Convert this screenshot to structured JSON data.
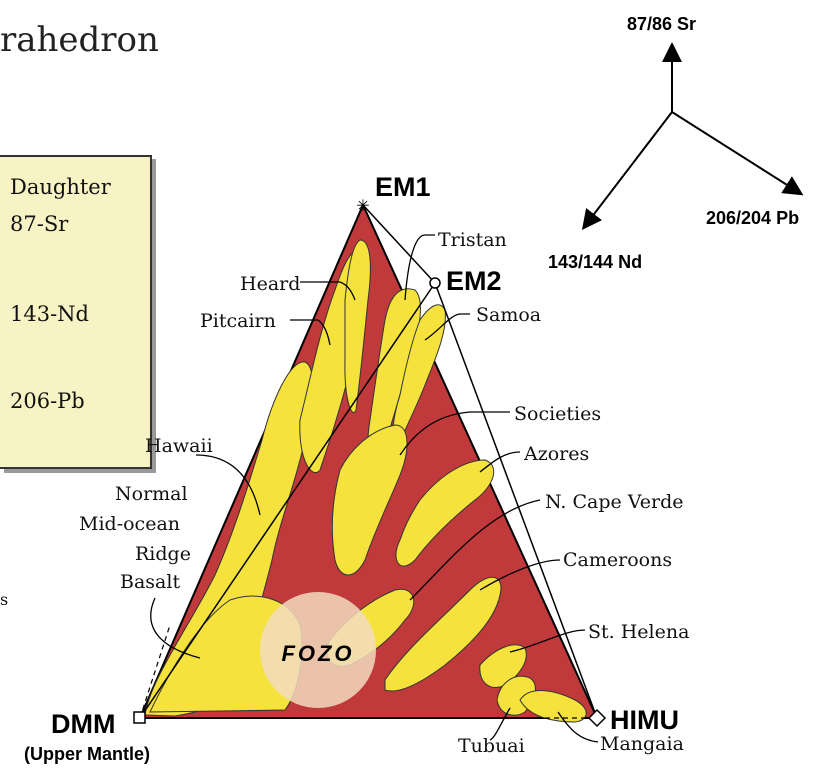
{
  "title_fragment": "rahedron",
  "legend_box": {
    "header": "Daughter",
    "rows": [
      "87-Sr",
      "143-Nd",
      "206-Pb"
    ]
  },
  "left_fragment": "s",
  "axes": {
    "up": "87/86 Sr",
    "left": "143/144 Nd",
    "right": "206/204 Pb"
  },
  "endmembers": {
    "em1": "EM1",
    "em2": "EM2",
    "dmm": "DMM",
    "dmm_sub": "(Upper Mantle)",
    "himu": "HIMU"
  },
  "center_label": "FOZO",
  "islands": [
    "Tristan",
    "Heard",
    "Samoa",
    "Pitcairn",
    "Societies",
    "Azores",
    "Hawaii",
    "N. Cape Verde",
    "Normal",
    "Mid-ocean",
    "Ridge",
    "Basalt",
    "Cameroons",
    "St. Helena",
    "Tubuai",
    "Mangaia"
  ],
  "colors": {
    "triangle": "#c0393b",
    "field": "#f5e23c",
    "fozo": "#f2dcc0"
  }
}
